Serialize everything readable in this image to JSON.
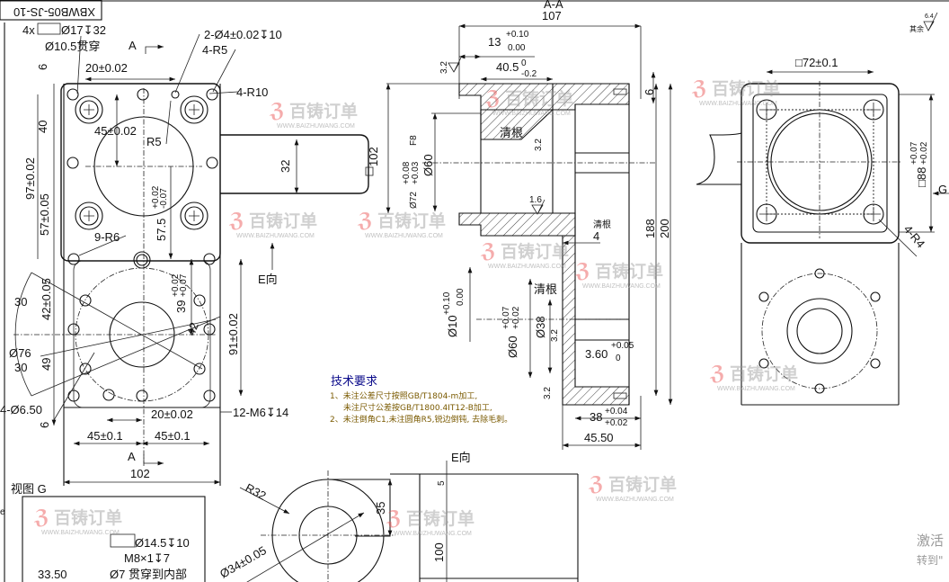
{
  "title_block": {
    "drawing_no": "XBWB05-JS-10"
  },
  "front_view": {
    "counterbore_spec_prefix": "4x",
    "counterbore_spec": "Ø17↧32",
    "through_hole": "Ø10.5贯穿",
    "section_mark": "A",
    "pin_hole": "2-Ø4±0.02↧10",
    "corner_r5": "4-R5",
    "corner_r10": "4-R10",
    "dim_6_top": "6",
    "dim_20": "20±0.02",
    "dim_40": "40",
    "dim_45": "45±0.02",
    "r5": "R5",
    "dim_97": "97±0.02",
    "dim_57": "57±0.05",
    "dim_57_5": "57.5",
    "dim_57_5_tol_up": "+0.02",
    "dim_57_5_tol_low": "-0.07",
    "dim_32": "32",
    "dim_102_side": "102",
    "r6": "9-R6",
    "e_view": "E向",
    "dim_30a": "30",
    "dim_42": "42±0.05",
    "dim_39": "39",
    "dim_39_tol_up": "+0.02",
    "dim_39_tol_low": "+0.07",
    "dim_42b": "42",
    "dim_76": "Ø76",
    "dim_30b": "30",
    "dim_49": "49",
    "dim_91": "91±0.02",
    "holes_650": "4-Ø6.50",
    "dim_6_bottom": "6",
    "dim_20b": "20±0.02",
    "m6": "12-M6↧14",
    "dim_45a": "45±0.1",
    "dim_45b": "45±0.1",
    "section_mark_bottom": "A",
    "dim_102": "102"
  },
  "section_view": {
    "title": "A-A",
    "dim_107": "107",
    "dim_13": "13",
    "dim_13_up": "+0.10",
    "dim_13_low": "0.00",
    "dim_40_5": "40.5",
    "dim_40_5_up": "0",
    "dim_40_5_low": "-0.2",
    "rough_32": "3.2",
    "rough_16": "1.6",
    "qinggen": "清根",
    "dim_72": "Ø72",
    "dim_72_up": "+0.08",
    "dim_72_low": "+0.03",
    "fit_72": "F8",
    "dim_60": "Ø60",
    "dim_6": "6",
    "dim_188": "188",
    "dim_200": "200",
    "qinggen_small": "清根",
    "dim_4": "4",
    "dim_10": "Ø10",
    "dim_10_up": "+0.10",
    "dim_10_low": "0.00",
    "qinggen2": "清根",
    "dim_60b": "Ø60",
    "dim_60b_up": "+0.07",
    "dim_60b_low": "+0.02",
    "dim_38": "Ø38",
    "dim_3_6": "3.60",
    "dim_3_6_up": "+0.05",
    "dim_3_6_low": "0",
    "dim_38b": "38",
    "dim_38b_up": "+0.04",
    "dim_38b_low": "+0.02",
    "dim_45_5": "45.50"
  },
  "notes": {
    "title": "技术要求",
    "line1": "1、未注公差尺寸按照GB/T1804-m加工,",
    "line2": "未注尺寸公差按GB/T1800.4IT12-B加工,",
    "line3": "2、未注倒角C1,未注圆角R5,锐边倒钝, 去除毛刺。"
  },
  "side_view": {
    "rough_all": "其余",
    "rough_value": "6.4",
    "dim_72": "□72±0.1",
    "dim_88": "□88",
    "dim_88_up": "+0.07",
    "dim_88_low": "+0.02",
    "view_g": "G",
    "r4": "4-R4"
  },
  "view_g": {
    "title": "视图 G",
    "cb": "Ø14.5↧10",
    "m8": "M8×1↧7",
    "thru": "Ø7 贯穿到内部",
    "dim_33_5": "33.50",
    "side_char": "e"
  },
  "e_view_bottom": {
    "r32": "R32",
    "dim_34": "Ø34±0.05",
    "dim_35": "35",
    "e_view": "E向",
    "dim_5": "5",
    "dim_100": "100"
  },
  "watermark": {
    "brand": "百铸订单",
    "url": "WWW.BAIZHUWANG.COM"
  },
  "os_overlay": {
    "line1": "激活",
    "line2": "转到\""
  }
}
